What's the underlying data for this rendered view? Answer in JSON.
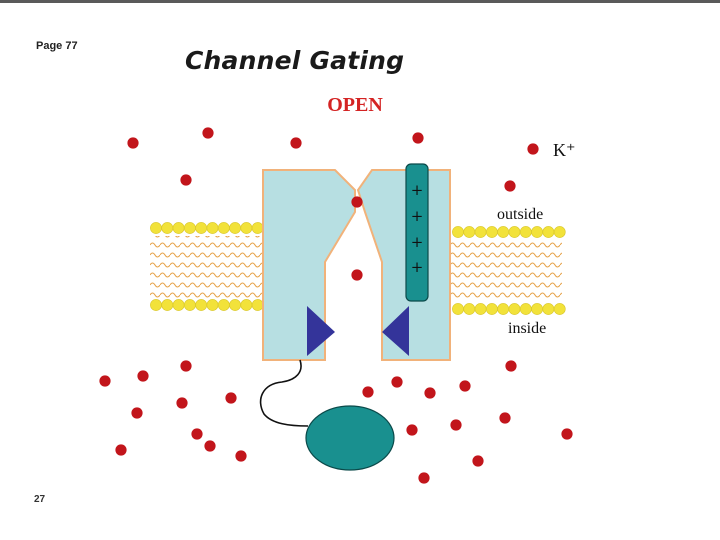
{
  "header": {
    "page_label": "Page 77",
    "title": "Channel Gating"
  },
  "diagram": {
    "state_label": "OPEN",
    "ion_label": "K⁺",
    "outside_label": "outside",
    "inside_label": "inside",
    "voltage_sensor_charges": [
      "+",
      "+",
      "+",
      "+"
    ]
  },
  "footer": {
    "slide_number": "27"
  },
  "colors": {
    "ion": "#c2151b",
    "channel_fill": "#b7dfe2",
    "channel_border": "#f1b27a",
    "sensor": "#19908f",
    "gate_triangle": "#34349a",
    "lipid_head": "#f2e23a",
    "lipid_tail": "#e6a34a",
    "state_label": "#d42323"
  }
}
